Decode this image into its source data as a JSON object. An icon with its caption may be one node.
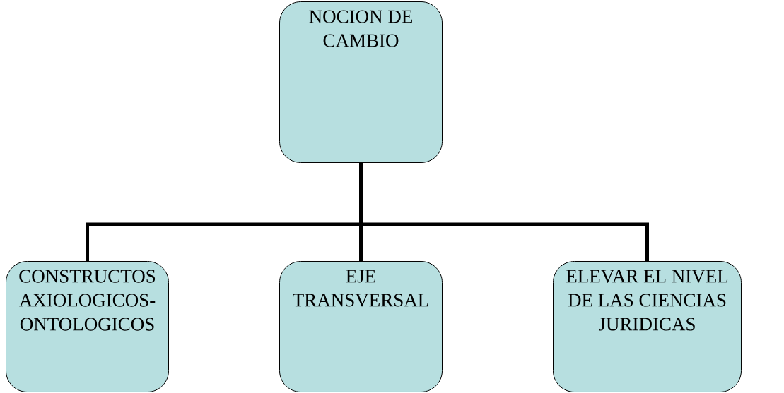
{
  "diagram": {
    "nodes": [
      {
        "text": [
          "NOCION DE CAMBIO"
        ]
      },
      {
        "text": [
          "CONSTRUCTOS AXIOLOGICOS-ONTOLOGICOS"
        ]
      },
      {
        "text": [
          "EJE TRANSVERSAL"
        ]
      },
      {
        "text": [
          "ELEVAR EL NIVEL DE LAS CIENCIAS JURIDICAS"
        ]
      }
    ],
    "edges": [
      {
        "from": 0,
        "to": 1,
        "arrow": "none"
      },
      {
        "from": 0,
        "to": 2,
        "arrow": "none"
      },
      {
        "from": 0,
        "to": 3,
        "arrow": "none"
      }
    ]
  }
}
